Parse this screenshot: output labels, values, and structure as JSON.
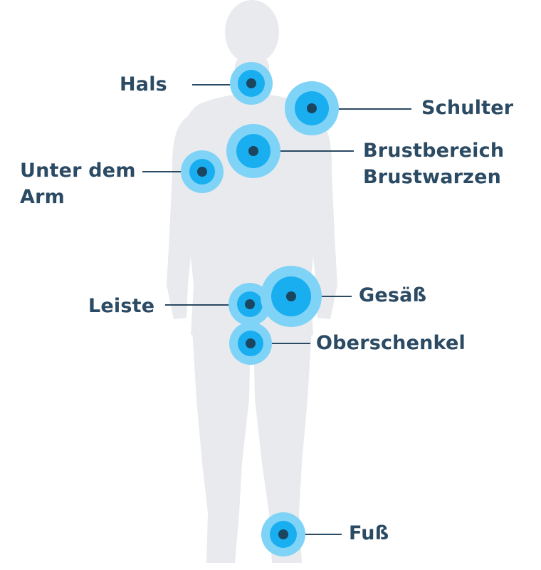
{
  "colors": {
    "silhouette": "#e8eaed",
    "ring_outer": "#7fd3f7",
    "ring_inner": "#19aeef",
    "dot": "#1c4560",
    "line": "#2b4a63",
    "text": "#2b4a63"
  },
  "labels": {
    "hals": "Hals",
    "schulter": "Schulter",
    "brust_1": "Brustbereich",
    "brust_2": "Brustwarzen",
    "arm_1": "Unter dem",
    "arm_2": "Arm",
    "leiste": "Leiste",
    "gesaess": "Gesäß",
    "oberschenkel": "Oberschenkel",
    "fuss": "Fuß"
  }
}
